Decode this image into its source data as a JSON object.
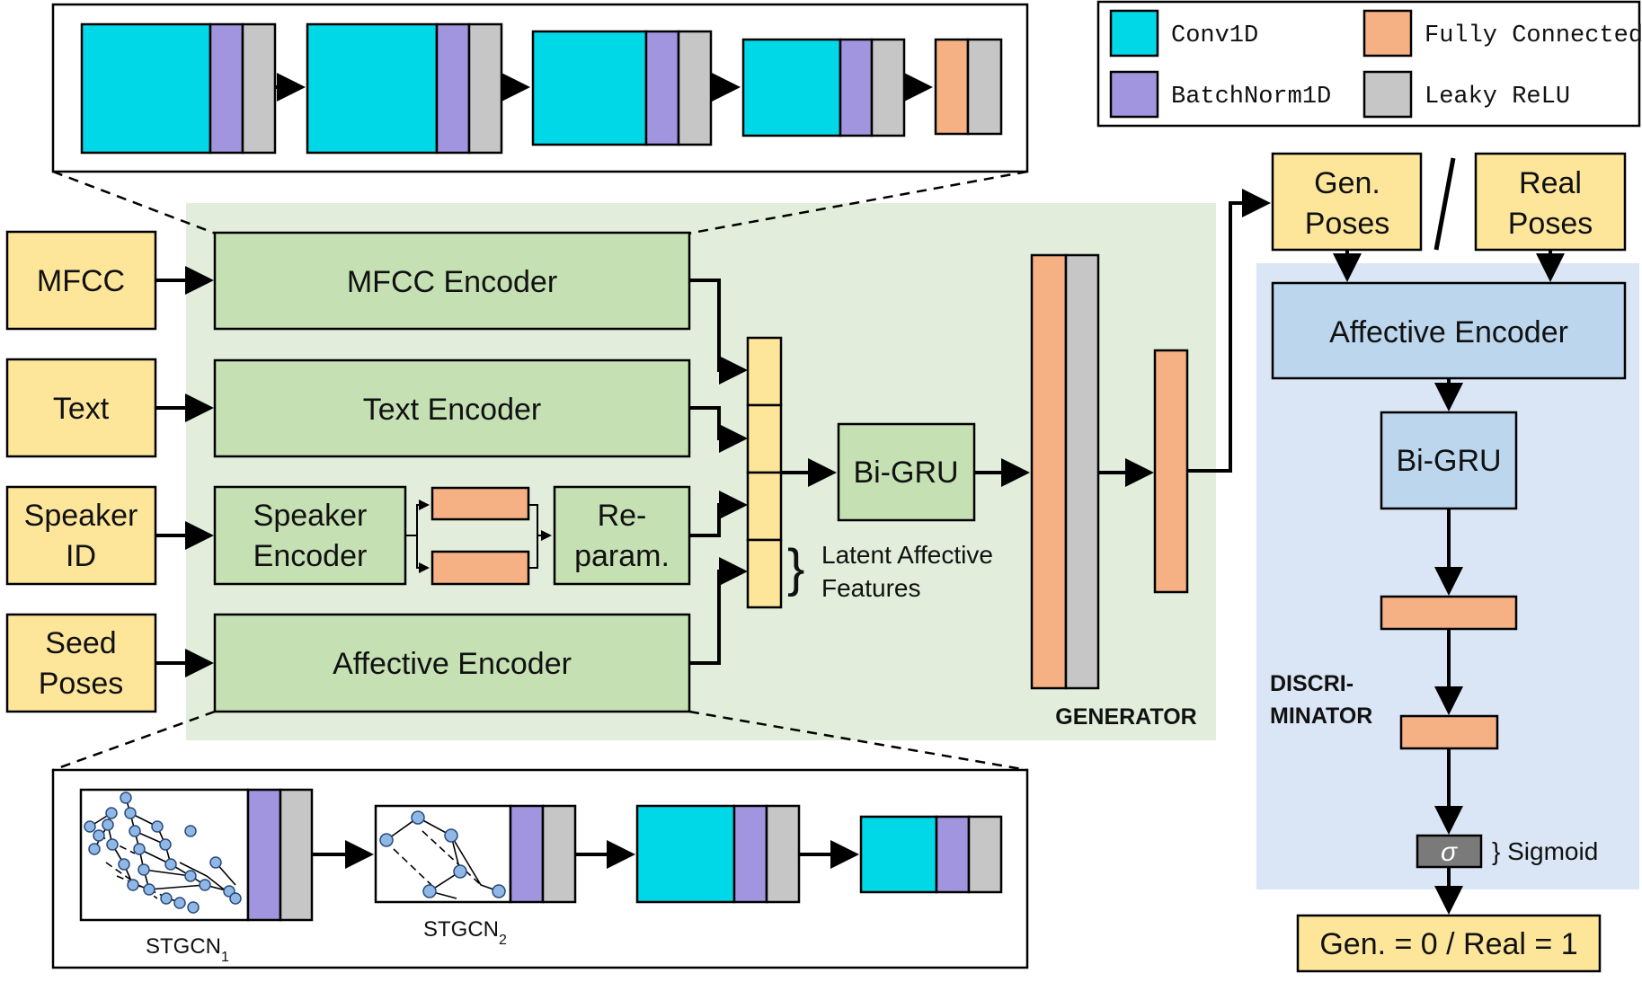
{
  "colors": {
    "conv1d": "#00d8e8",
    "batchnorm": "#a195e0",
    "relu": "#c6c6c6",
    "fc": "#f5b184",
    "input": "#fde69a",
    "green_bg": "#e2eedb",
    "green_box": "#c5e0b3",
    "blue_bg": "#dae6f5",
    "blue_box": "#bcd6ee",
    "sigma": "#7a7a7a"
  },
  "legend": {
    "conv1d": "Conv1D",
    "batchnorm": "BatchNorm1D",
    "fc": "Fully Connected",
    "relu": "Leaky ReLU"
  },
  "inputs": {
    "mfcc": "MFCC",
    "text": "Text",
    "speaker_l1": "Speaker",
    "speaker_l2": "ID",
    "seed_l1": "Seed",
    "seed_l2": "Poses"
  },
  "generator": {
    "mfcc_encoder": "MFCC Encoder",
    "text_encoder": "Text Encoder",
    "speaker_encoder_l1": "Speaker",
    "speaker_encoder_l2": "Encoder",
    "reparam_l1": "Re-",
    "reparam_l2": "param.",
    "affective_encoder": "Affective Encoder",
    "latent_l1": "Latent Affective",
    "latent_l2": "Features",
    "bigru": "Bi-GRU",
    "label": "GENERATOR"
  },
  "discriminator": {
    "gen_poses_l1": "Gen.",
    "gen_poses_l2": "Poses",
    "slash": "/",
    "real_poses_l1": "Real",
    "real_poses_l2": "Poses",
    "affective_encoder": "Affective Encoder",
    "bigru": "Bi-GRU",
    "label_l1": "DISCRI-",
    "label_l2": "MINATOR",
    "sigma": "σ",
    "sigmoid": "} Sigmoid",
    "output": "Gen. = 0 / Real = 1"
  },
  "stgcn": {
    "stgcn1": "STGCN",
    "stgcn1_sub": "1",
    "stgcn2": "STGCN",
    "stgcn2_sub": "2"
  },
  "brace": "}"
}
